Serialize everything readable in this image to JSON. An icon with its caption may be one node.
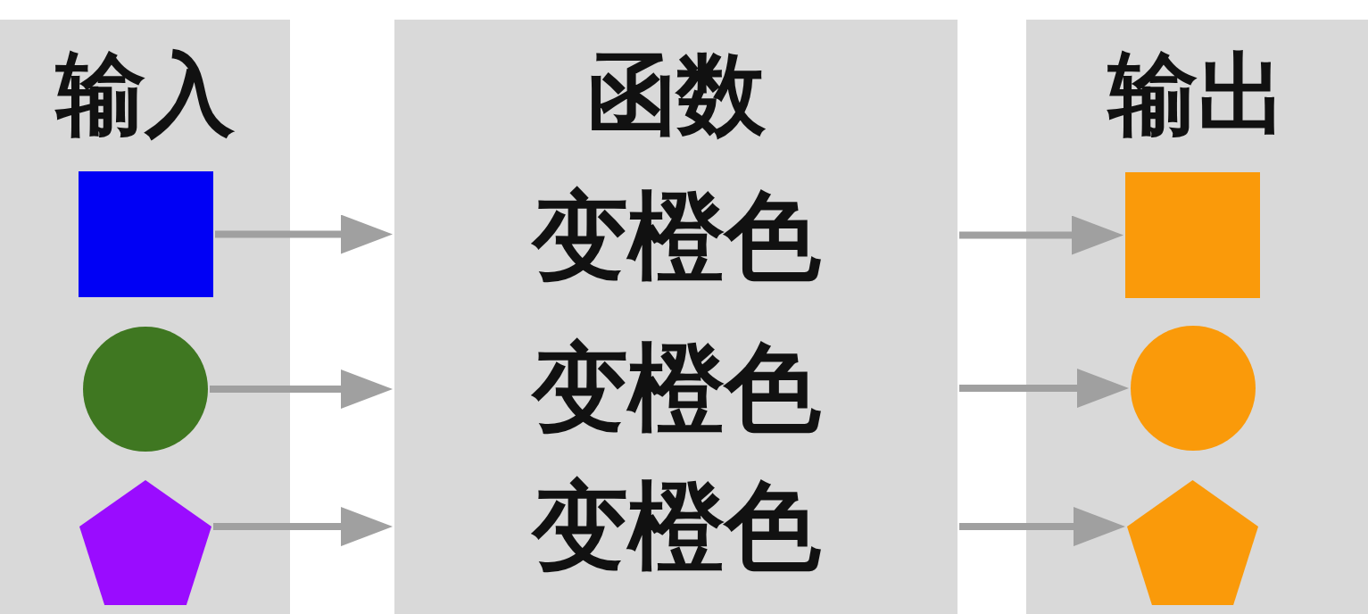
{
  "diagram": {
    "nodes": [
      {
        "text": [
          "输入"
        ]
      },
      {
        "text": [],
        "shape": "square",
        "in": 0
      },
      {
        "text": [],
        "shape": "circle",
        "in": 0
      },
      {
        "text": [],
        "shape": "pentagon",
        "in": 0
      },
      {
        "text": [
          "函数",
          "变橙色",
          "变橙色",
          "变橙色"
        ]
      },
      {
        "text": [
          "输出"
        ]
      },
      {
        "text": [],
        "shape": "square",
        "in": 5
      },
      {
        "text": [],
        "shape": "circle",
        "in": 5
      },
      {
        "text": [],
        "shape": "pentagon",
        "in": 5
      }
    ],
    "edges": [
      {
        "from": 1,
        "to": 4,
        "arrow": "to"
      },
      {
        "from": 2,
        "to": 4,
        "arrow": "to"
      },
      {
        "from": 3,
        "to": 4,
        "arrow": "to"
      },
      {
        "from": 4,
        "to": 6,
        "arrow": "to"
      },
      {
        "from": 4,
        "to": 7,
        "arrow": "to"
      },
      {
        "from": 4,
        "to": 8,
        "arrow": "to"
      }
    ]
  }
}
